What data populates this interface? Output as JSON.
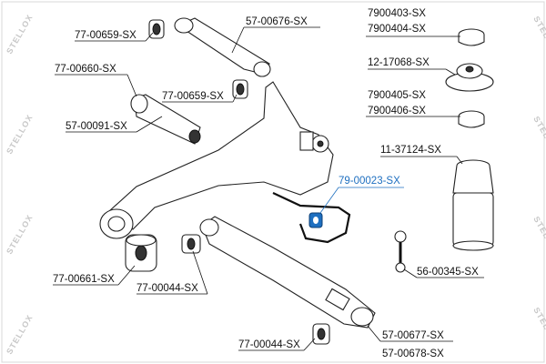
{
  "watermark": "STELLOX",
  "highlight_color": "#1e6fc0",
  "labels": {
    "p1": "77-00659-SX",
    "p2": "57-00676-SX",
    "p3": "77-00660-SX",
    "p4": "77-00659-SX",
    "p5": "57-00091-SX",
    "p6": "7900403-SX",
    "p7": "7900404-SX",
    "p8": "12-17068-SX",
    "p9": "7900405-SX",
    "p10": "7900406-SX",
    "p11": "11-37124-SX",
    "p12": "79-00023-SX",
    "p13": "77-00661-SX",
    "p14": "77-00044-SX",
    "p15": "56-00345-SX",
    "p16": "57-00677-SX",
    "p17": "77-00044-SX",
    "p18": "57-00678-SX"
  }
}
